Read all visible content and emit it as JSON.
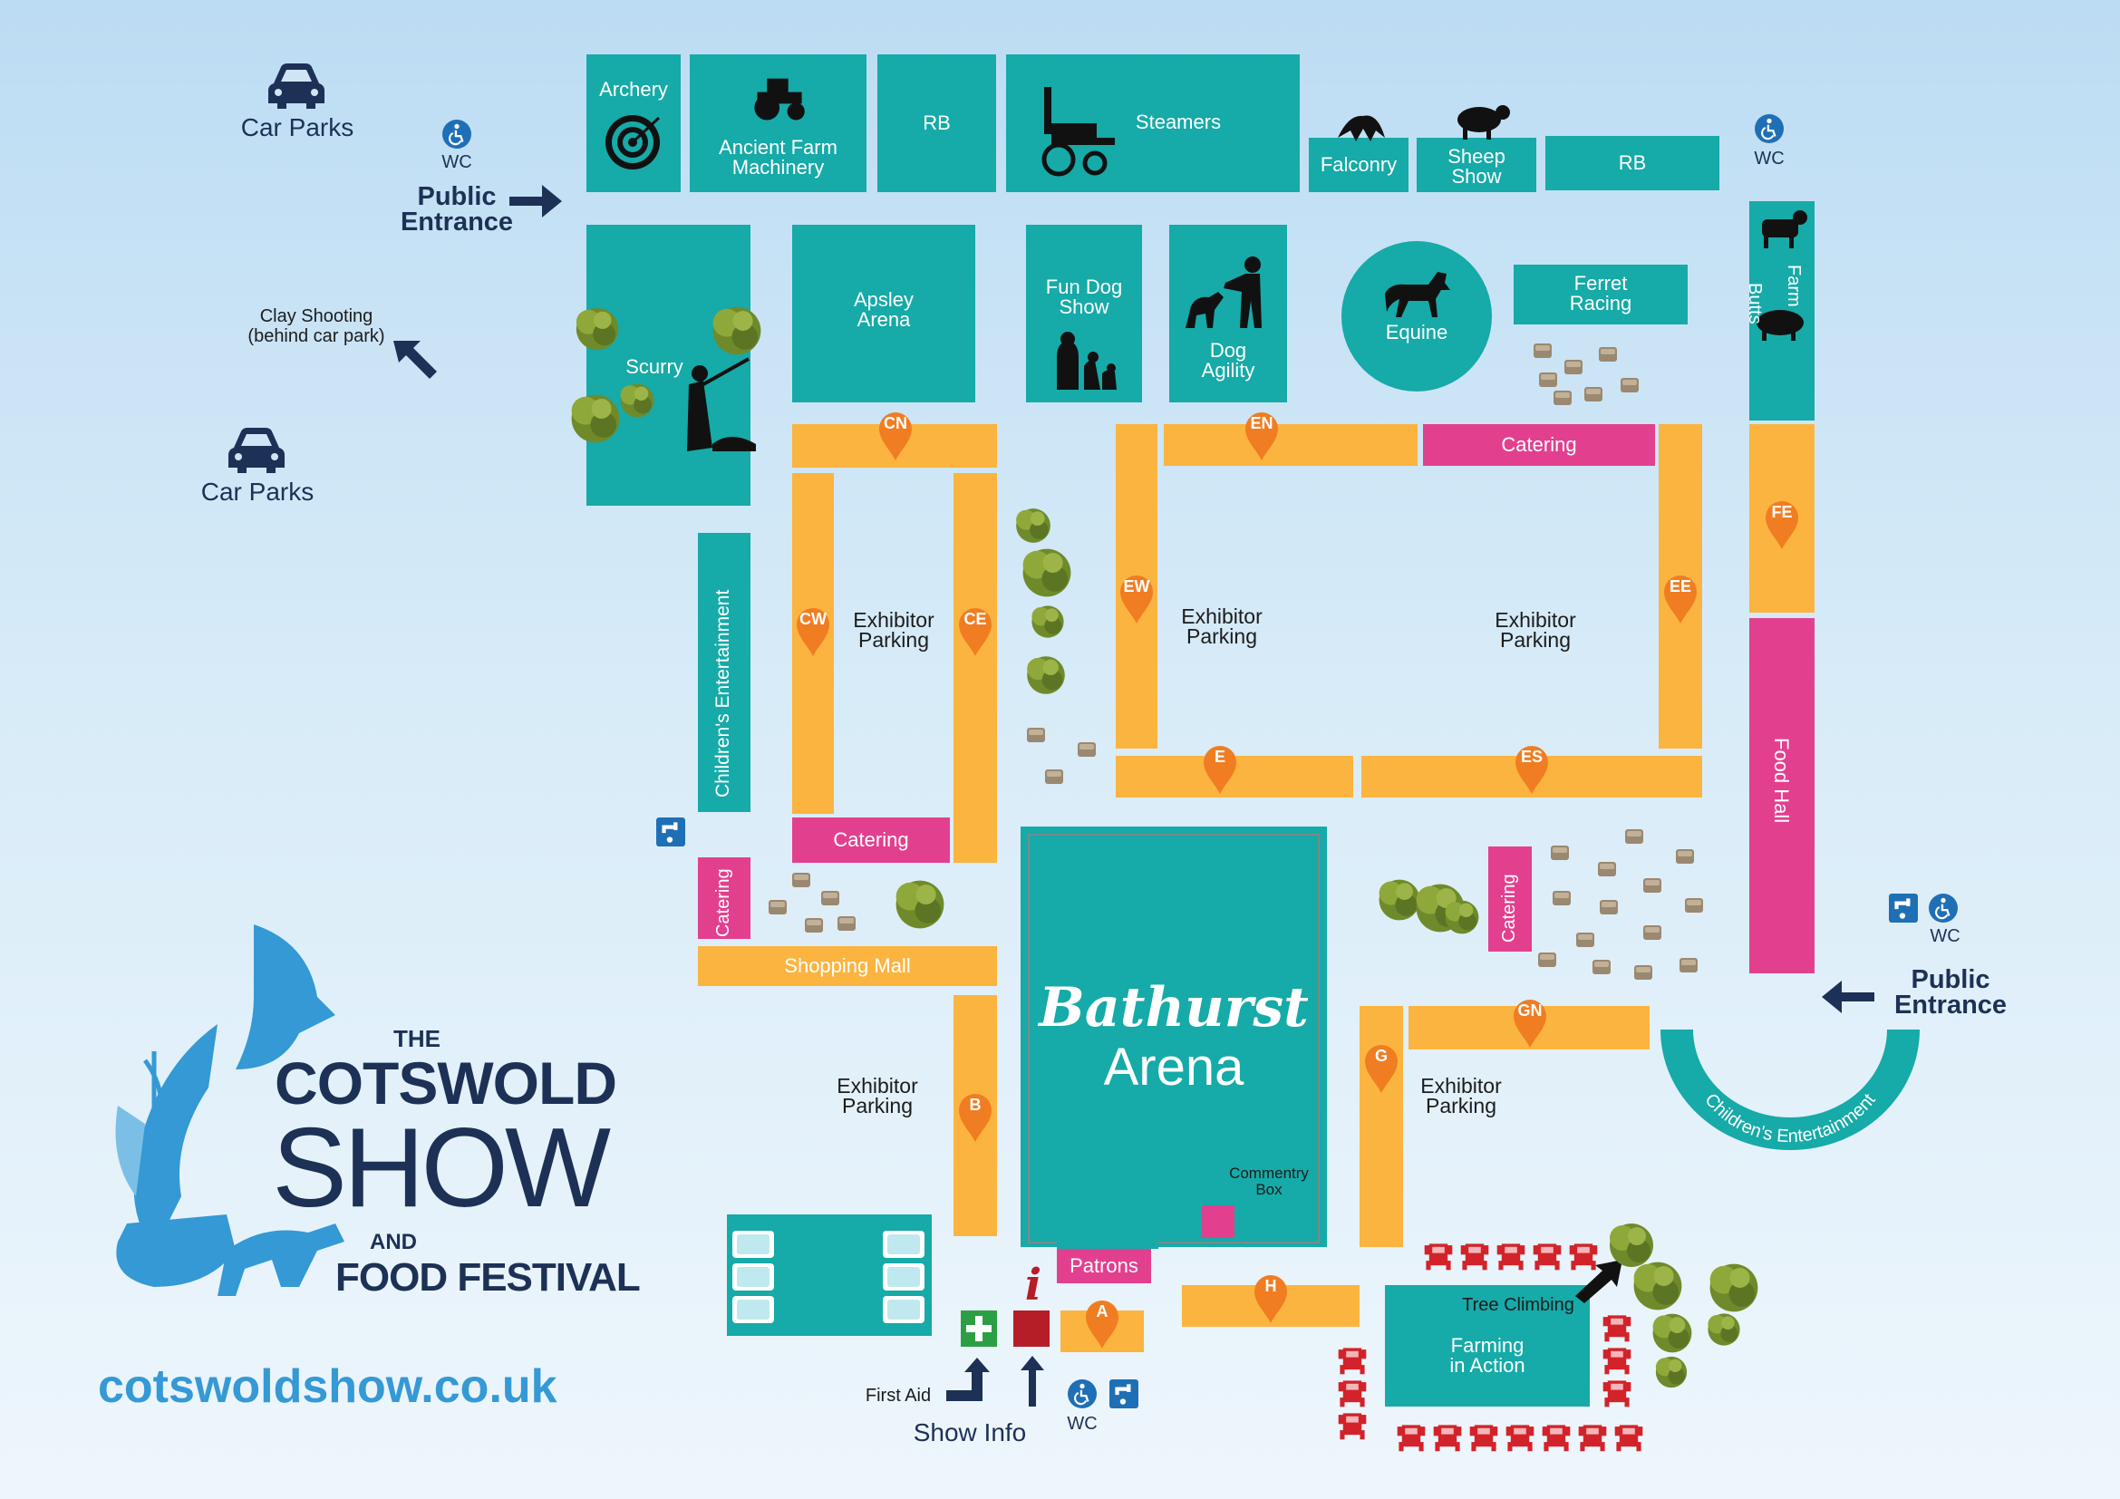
{
  "map": {
    "website": "cotswoldshow.co.uk",
    "logo": {
      "the": "THE",
      "cotswold": "COTSWOLD",
      "show": "SHOW",
      "and": "AND",
      "food_festival": "FOOD FESTIVAL"
    },
    "car_parks_top": "Car Parks",
    "car_parks_mid": "Car Parks",
    "wc_top_left": "WC",
    "wc_top_right": "WC",
    "wc_right": "WC",
    "wc_bottom": "WC",
    "public_entrance_left": [
      "Public",
      "Entrance"
    ],
    "public_entrance_right": [
      "Public",
      "Entrance"
    ],
    "clay_shooting": [
      "Clay Shooting",
      "(behind car park)"
    ],
    "top_row": {
      "archery": "Archery",
      "ancient_farm": [
        "Ancient Farm",
        "Machinery"
      ],
      "rb_left": "RB",
      "steamers": "Steamers",
      "falconry": "Falconry",
      "sheep_show": [
        "Sheep",
        "Show"
      ],
      "rb_right": "RB"
    },
    "scurry": "Scurry",
    "apsley_arena": [
      "Apsley",
      "Arena"
    ],
    "fun_dog_show": [
      "Fun Dog",
      "Show"
    ],
    "dog_agility": [
      "Dog",
      "Agility"
    ],
    "equine": "Equine",
    "ferret_racing": [
      "Ferret",
      "Racing"
    ],
    "butts_farm": [
      "Butts",
      "Farm"
    ],
    "childrens_ent_left": "Children's Entertainment",
    "childrens_ent_right": "Children's Entertainment",
    "catering_top": "Catering",
    "catering_mid": "Catering",
    "catering_left": "Catering",
    "catering_right": "Catering",
    "shopping_mall": "Shopping Mall",
    "food_hall": "Food Hall",
    "exhibitor_parking": [
      "Exhibitor",
      "Parking"
    ],
    "bathurst_arena": {
      "script": "Bathurst",
      "arena": "Arena"
    },
    "commentary_box": [
      "Commentry",
      "Box"
    ],
    "patrons": "Patrons",
    "tree_climbing": "Tree Climbing",
    "farming_in_action": [
      "Farming",
      "in Action"
    ],
    "first_aid": "First Aid",
    "show_info": "Show Info",
    "info_icon_glyph": "i",
    "pins": [
      "CN",
      "EN",
      "CW",
      "CE",
      "EW",
      "EE",
      "FE",
      "E",
      "ES",
      "GN",
      "G",
      "B",
      "H",
      "A"
    ]
  },
  "colors": {
    "teal": "#16aaa8",
    "orange": "#fbb43f",
    "pink": "#e2408f",
    "pin": "#f07d22",
    "navy": "#1d3156",
    "logo_blue": "#3499d5",
    "wc_blue": "#1f6fb6"
  }
}
